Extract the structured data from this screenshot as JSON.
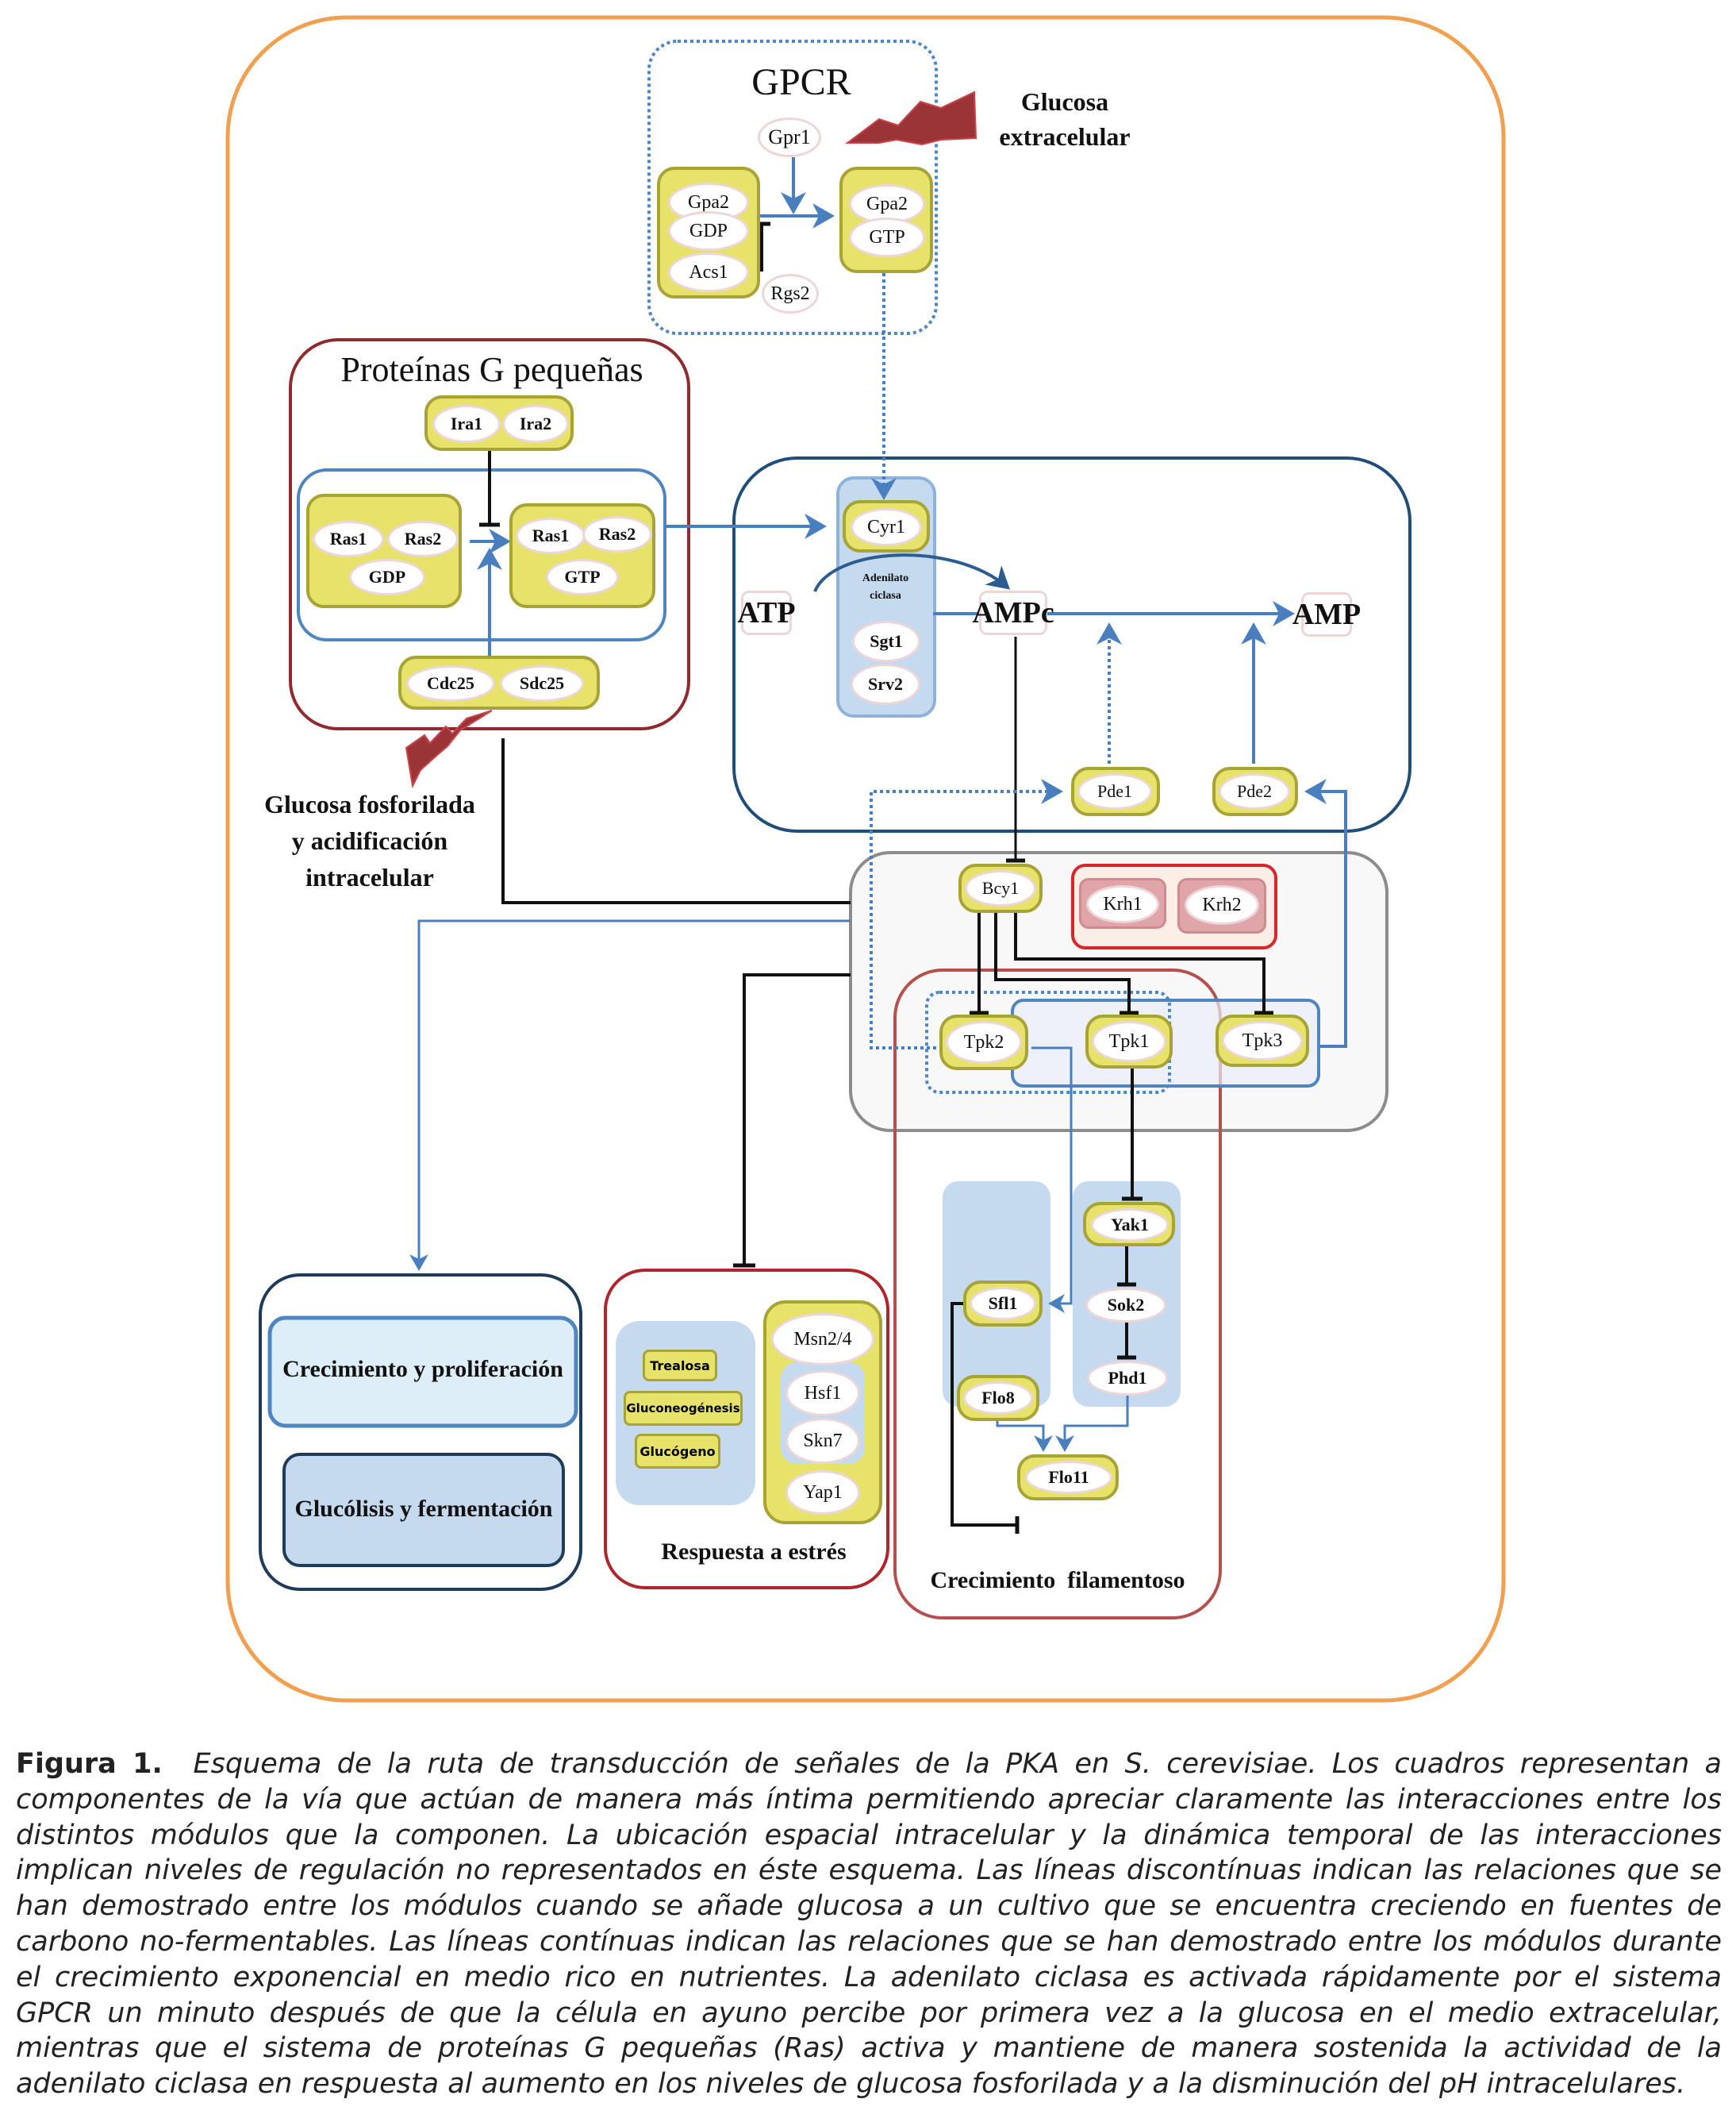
{
  "gpcr": {
    "title": "GPCR",
    "receptor": "Gpr1",
    "inactive": [
      "Gpa2",
      "GDP",
      "Acs1"
    ],
    "active": [
      "Gpa2",
      "GTP"
    ],
    "regulator": "Rgs2",
    "stimulus": "Glucosa extracelular",
    "stimulus_lines": [
      "Glucosa",
      "extracelular"
    ]
  },
  "small_g": {
    "title": "Proteínas G pequeñas",
    "gaps": [
      "Ira1",
      "Ira2"
    ],
    "inactive": [
      "Ras1",
      "Ras2",
      "GDP"
    ],
    "active": [
      "Ras1",
      "Ras2",
      "GTP"
    ],
    "gefs": [
      "Cdc25",
      "Sdc25"
    ],
    "stimulus_lines": [
      "Glucosa fosforilada",
      "y acidificación",
      "intracelular"
    ]
  },
  "camp": {
    "atp": "ATP",
    "ampc": "AMPc",
    "amp": "AMP",
    "cyclase_label_lines": [
      "Adenilato",
      "ciclasa"
    ],
    "cyclase": [
      "Cyr1",
      "Sgt1",
      "Srv2"
    ],
    "pde": [
      "Pde1",
      "Pde2"
    ]
  },
  "pka": {
    "regulatory": "Bcy1",
    "krh": [
      "Krh1",
      "Krh2"
    ],
    "catalytic": [
      "Tpk2",
      "Tpk1",
      "Tpk3"
    ]
  },
  "outputs": {
    "growth": "Crecimiento y proliferación",
    "glycolysis": "Glucólisis y fermentación",
    "stress": {
      "title": "Respuesta a estrés",
      "metabolites": [
        "Trealosa",
        "Gluconeogénesis",
        "Glucógeno"
      ],
      "factors": [
        "Msn2/4",
        "Hsf1",
        "Skn7",
        "Yap1"
      ]
    },
    "filamentous": {
      "title": "Crecimiento  filamentoso",
      "nodes": [
        "Sfl1",
        "Flo8",
        "Yak1",
        "Sok2",
        "Phd1",
        "Flo11"
      ]
    }
  },
  "caption": {
    "label": "Figura 1.",
    "text": "Esquema de la ruta de transducción de señales de la PKA en S. cerevisiae. Los cuadros representan a componentes de la vía que actúan de manera más íntima permitiendo apreciar claramente las interacciones entre los distintos módulos que la componen. La ubicación espacial intracelular y la dinámica temporal de las interacciones implican niveles de regulación no representados en éste esquema. Las líneas discontínuas indican las relaciones que se han demostrado entre los módulos cuando se añade glucosa  a un cultivo que se encuentra creciendo en fuentes de carbono no-fermentables. Las líneas contínuas indican las relaciones que se han demostrado entre los módulos durante el crecimiento exponencial en medio rico en nutrientes. La adenilato ciclasa es activada rápidamente por el sistema GPCR un minuto después de que la célula en ayuno percibe por primera vez a la glucosa en el medio extracelular, mientras que el sistema de proteínas G pequeñas (Ras) activa y mantiene de manera sostenida la actividad de la adenilato ciclasa en respuesta al aumento en los niveles de glucosa fosforilada y a la disminución del pH intracelulares."
  },
  "colors": {
    "cell_border": "#f0a050",
    "gpcr_border": "#4f86c0",
    "small_g_border": "#8e2b2e",
    "camp_border": "#1f4e7a",
    "pka_border": "#8c8c8c",
    "krh_border": "#d8262b",
    "stress_border": "#b0242b",
    "filament_border": "#b5504f",
    "yellow_fill": "#e6e26a",
    "yellow_border": "#a8a336",
    "blue_fill": "#c5d9ef",
    "arrow_blue": "#4a7fbf",
    "bolt": "#9a3436"
  }
}
